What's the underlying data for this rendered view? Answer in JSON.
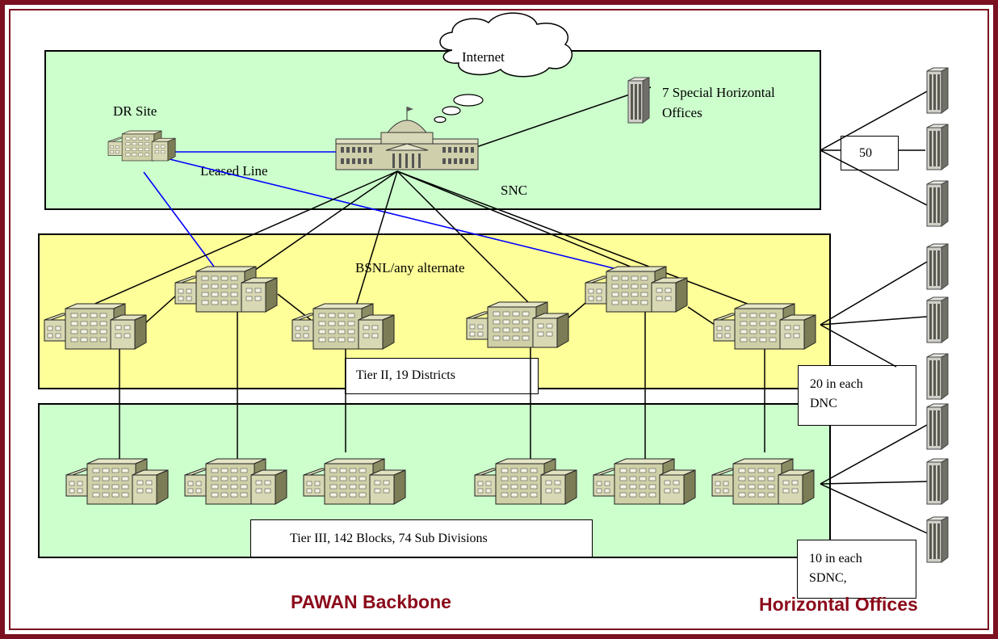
{
  "labels": {
    "internet": "Internet",
    "dr_site": "DR Site",
    "leased_line": "Leased Line",
    "special_offices_line1": "7 Special Horizontal",
    "special_offices_line2": "Offices",
    "snc": "SNC",
    "bsnl": "BSNL/any alternate",
    "tier2": "Tier II, 19 Districts",
    "tier3": "Tier III, 142 Blocks, 74 Sub Divisions",
    "count_50": "50",
    "dnc_line1": "20 in each",
    "dnc_line2": "DNC",
    "sdnc_line1": "10 in each",
    "sdnc_line2": "SDNC,",
    "pawan_backbone": "PAWAN Backbone",
    "horizontal_offices": "Horizontal Offices"
  },
  "colors": {
    "frame": "#7a1020",
    "tier1_bg": "#ccffcc",
    "tier2_bg": "#ffff99",
    "tier3_bg": "#ccffcc",
    "leased_line": "#0000ff",
    "link": "#000000",
    "caption": "#8b0a1a"
  }
}
